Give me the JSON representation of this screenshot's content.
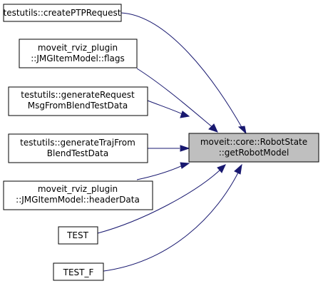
{
  "target": {
    "lines": [
      "moveit::core::RobotState",
      "::getRobotModel"
    ]
  },
  "callers": [
    {
      "id": "createPTPRequest",
      "lines": [
        "testutils::createPTPRequest"
      ]
    },
    {
      "id": "flags",
      "lines": [
        "moveit_rviz_plugin",
        "::JMGItemModel::flags"
      ]
    },
    {
      "id": "generateRequest",
      "lines": [
        "testutils::generateRequest",
        "MsgFromBlendTestData"
      ]
    },
    {
      "id": "generateTraj",
      "lines": [
        "testutils::generateTrajFrom",
        "BlendTestData"
      ]
    },
    {
      "id": "headerData",
      "lines": [
        "moveit_rviz_plugin",
        "::JMGItemModel::headerData"
      ]
    },
    {
      "id": "TEST",
      "lines": [
        "TEST"
      ]
    },
    {
      "id": "TEST_F",
      "lines": [
        "TEST_F"
      ]
    }
  ],
  "colors": {
    "edge": "#191970",
    "target_fill": "#bfbfbf",
    "node_fill": "#ffffff",
    "node_stroke": "#000000"
  }
}
